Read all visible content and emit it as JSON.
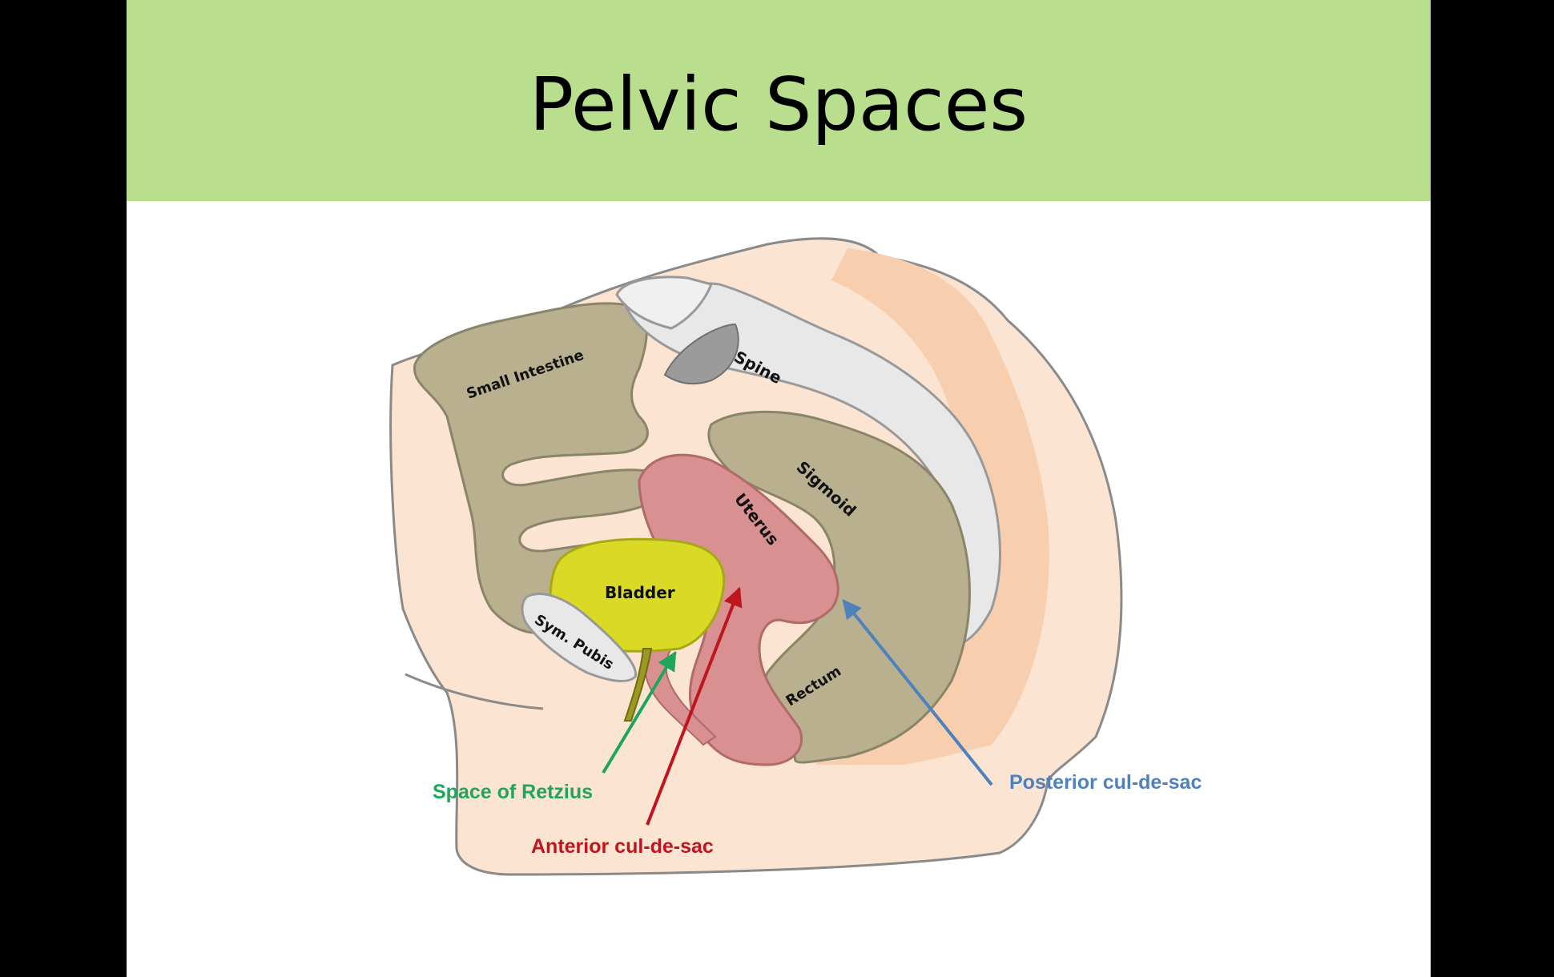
{
  "slide": {
    "title": "Pelvic Spaces"
  },
  "structures": {
    "small_intestine": "Small Intestine",
    "spine": "Spine",
    "sigmoid": "Sigmoid",
    "uterus": "Uterus",
    "bladder": "Bladder",
    "sym_pubis": "Sym. Pubis",
    "rectum": "Rectum"
  },
  "callouts": {
    "space_of_retzius": "Space of Retzius",
    "anterior_cul_de_sac": "Anterior cul-de-sac",
    "posterior_cul_de_sac": "Posterior cul-de-sac"
  },
  "colors": {
    "title_bar": "#b9df8e",
    "skin": "#fbe4d2",
    "skin_outline": "#8a8a8a",
    "back_tissue": "#f8cfae",
    "intestine": "#b8b08f",
    "intestine_outline": "#8a8468",
    "spine": "#e8e8e8",
    "uterus": "#d89090",
    "bladder": "#d9d926",
    "retzius_green": "#1fa65a",
    "anterior_red": "#c0141e",
    "posterior_blue": "#4f81bd"
  }
}
